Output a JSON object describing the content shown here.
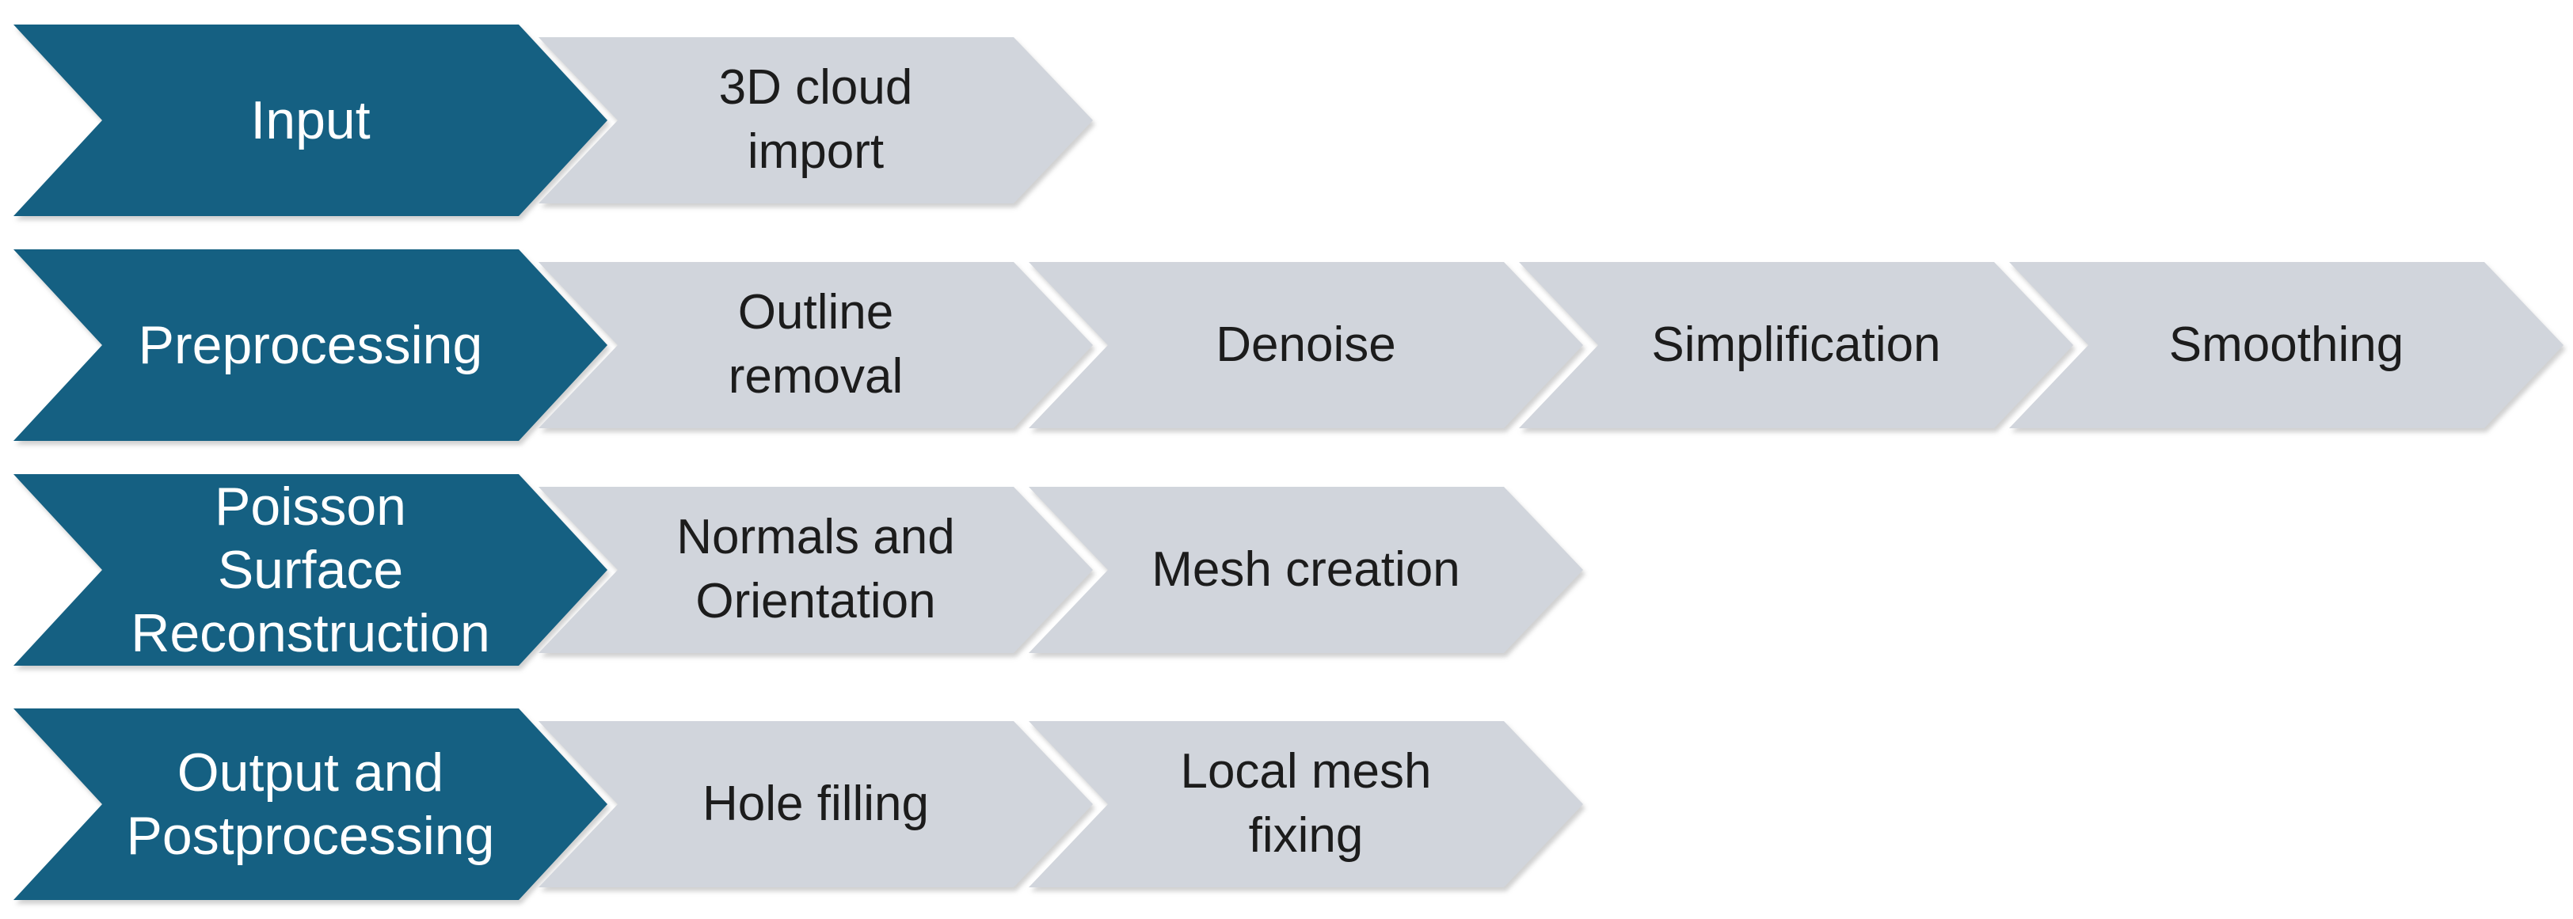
{
  "diagram": {
    "type": "process-flow-chevrons",
    "colors": {
      "stage_fill": "#156082",
      "stage_text": "#FFFFFF",
      "step_fill": "#D1D5DC",
      "step_text": "#1C1C1C",
      "background": "#FFFFFF"
    },
    "rows": [
      {
        "stage": "Input",
        "steps": [
          "3D cloud\nimport"
        ]
      },
      {
        "stage": "Preprocessing",
        "steps": [
          "Outline\nremoval",
          "Denoise",
          "Simplification",
          "Smoothing"
        ]
      },
      {
        "stage": "Poisson\nSurface\nReconstruction",
        "steps": [
          "Normals and\nOrientation",
          "Mesh creation"
        ]
      },
      {
        "stage": "Output and\nPostprocessing",
        "steps": [
          "Hole filling",
          "Local mesh\nfixing"
        ]
      }
    ]
  }
}
